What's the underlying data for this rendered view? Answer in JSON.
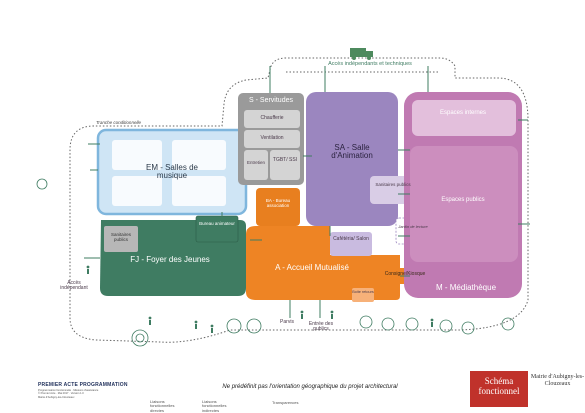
{
  "diagram": {
    "top_access_label": "Accès indépendants et techniques",
    "tranche_label": "Tranche conditionnelle",
    "zones": {
      "em": {
        "label": "EM - Salles de musique"
      },
      "fj": {
        "label": "FJ - Foyer des Jeunes",
        "sanitaires": "Sanitaires publics",
        "bureau": "Bureau animateur"
      },
      "s": {
        "label": "S - Servitudes",
        "chaufferie": "Chaufferie",
        "ventilation": "Ventilation",
        "entretien": "Entretien",
        "tgbt": "TGBT/ SSI"
      },
      "ba": {
        "label": "BA - Bureau association"
      },
      "sa": {
        "label": "SA - Salle d'Animation",
        "sanitaires": "Sanitaires publics",
        "cafeteria": "Cafétéria/ Salon",
        "jardin": "Jardin de lecture"
      },
      "a": {
        "label": "A - Accueil Mutualisé",
        "consigne": "Consigne/Kiosque",
        "boite": "Boite retours"
      },
      "m": {
        "label": "M - Médiathèque",
        "internes": "Espaces internes",
        "publics": "Espaces publics"
      }
    },
    "acces_independant": "Accès indépendant",
    "parvis": "Parvis",
    "entree": "Entrée des publics"
  },
  "footer": {
    "logo_text": "PREMIER ACTE PROGRAMMATION",
    "logo_sub1": "Programmation fonctionnelle · Missions d'assistance",
    "credit1": "© Premier Acte · Mai 2017 · Version 1.0",
    "credit2": "Mairie d'Aubigny-les-Clouzeaux",
    "legend1": "Liaisons fonctionnelles directes",
    "legend2": "Liaisons fonctionnelles indirectes",
    "legend3": "Transparences",
    "disclaimer": "Ne prédéfinit pas l'orientation géographique du projet architectural",
    "title": "Schéma fonctionnel",
    "client": "Mairie d'Aubigny-les-Clouzeaux"
  },
  "colors": {
    "em": "#cfe5f5",
    "em_border": "#7fb6dd",
    "fj": "#3f7c62",
    "s": "#9a9a9a",
    "ba": "#e87f1f",
    "a": "#ee8424",
    "sa": "#9b86bf",
    "m": "#c07ab2",
    "m_inner": "#e3bfdc",
    "title_red": "#c0322b"
  }
}
